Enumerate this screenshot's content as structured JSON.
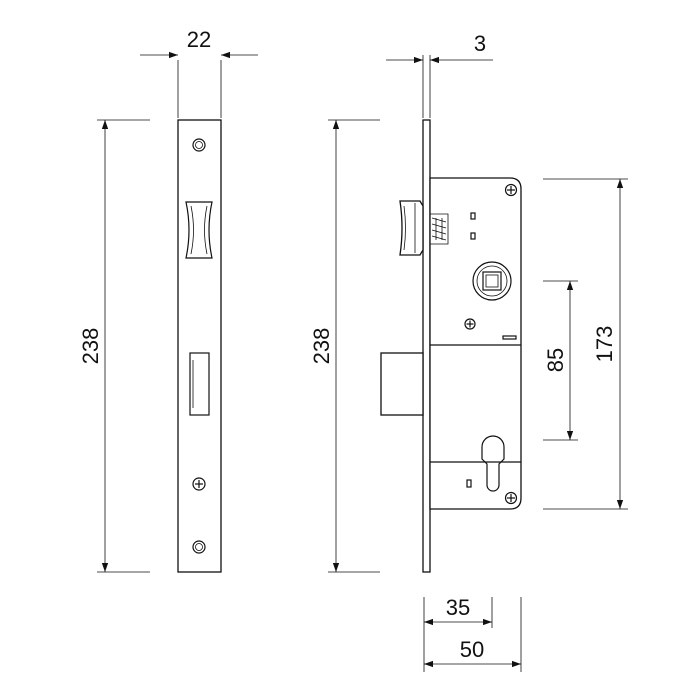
{
  "dimensions": {
    "faceplate_width": "22",
    "faceplate_thickness": "3",
    "faceplate_height_front": "238",
    "faceplate_height_side": "238",
    "case_height": "173",
    "center_distance": "85",
    "cylinder_backset": "35",
    "case_depth": "50"
  }
}
